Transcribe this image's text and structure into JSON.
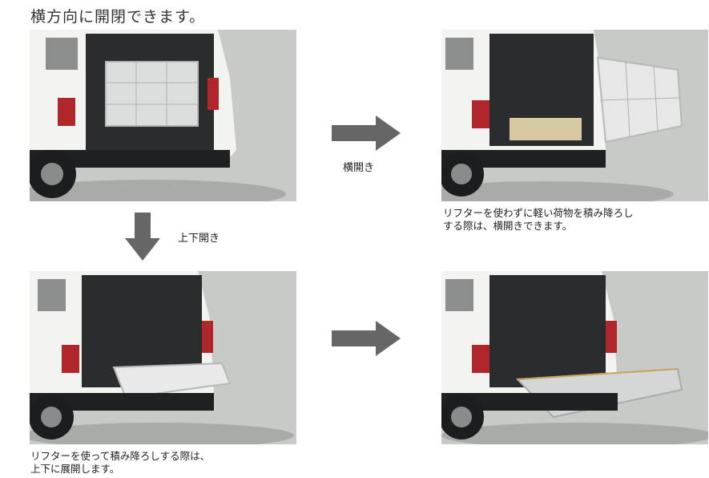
{
  "heading": "横方向に開閉できます。",
  "labels": {
    "side_open": "横開き",
    "vertical_open": "上下開き"
  },
  "captions": {
    "side_line1": "リフターを使わずに軽い荷物を積み降ろし",
    "side_line2": "する際は、横開きできます。",
    "vertical_line1": "リフターを使って積み降ろしする際は、",
    "vertical_line2": "上下に展開します。"
  },
  "colors": {
    "arrow": "#666666",
    "backdrop": "#c6c8c6",
    "van_body": "#f2f2f0",
    "taillight": "#b0262a"
  }
}
